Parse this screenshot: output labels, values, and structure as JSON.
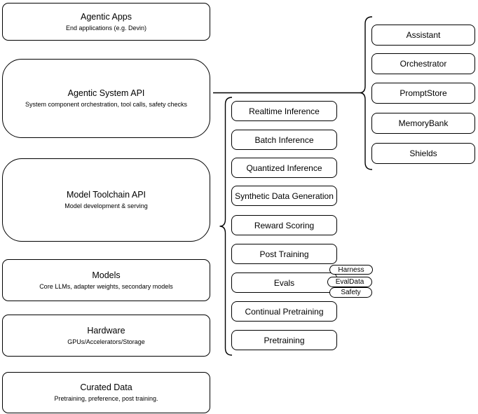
{
  "diagram": {
    "left_column": {
      "boxes": [
        {
          "title": "Agentic Apps",
          "subtitle": "End applications (e.g. Devin)"
        },
        {
          "title": "Agentic System API",
          "subtitle": "System component orchestration, tool calls, safety checks"
        },
        {
          "title": "Model Toolchain API",
          "subtitle": "Model development & serving"
        },
        {
          "title": "Models",
          "subtitle": "Core LLMs, adapter weights, secondary models"
        },
        {
          "title": "Hardware",
          "subtitle": "GPUs/Accelerators/Storage"
        },
        {
          "title": "Curated Data",
          "subtitle": "Pretraining, preference, post training."
        }
      ]
    },
    "toolchain_group": {
      "items": [
        {
          "label": "Realtime Inference"
        },
        {
          "label": "Batch Inference"
        },
        {
          "label": "Quantized Inference"
        },
        {
          "label": "Synthetic Data Generation"
        },
        {
          "label": "Reward Scoring"
        },
        {
          "label": "Post Training"
        },
        {
          "label": "Evals"
        },
        {
          "label": "Continual Pretraining"
        },
        {
          "label": "Pretraining"
        }
      ],
      "evals_tags": [
        {
          "label": "Harness"
        },
        {
          "label": "EvalData"
        },
        {
          "label": "Safety"
        }
      ]
    },
    "system_group": {
      "items": [
        {
          "label": "Assistant"
        },
        {
          "label": "Orchestrator"
        },
        {
          "label": "PromptStore"
        },
        {
          "label": "MemoryBank"
        },
        {
          "label": "Shields"
        }
      ]
    },
    "colors": {
      "stroke": "#000000",
      "background": "#ffffff"
    }
  }
}
